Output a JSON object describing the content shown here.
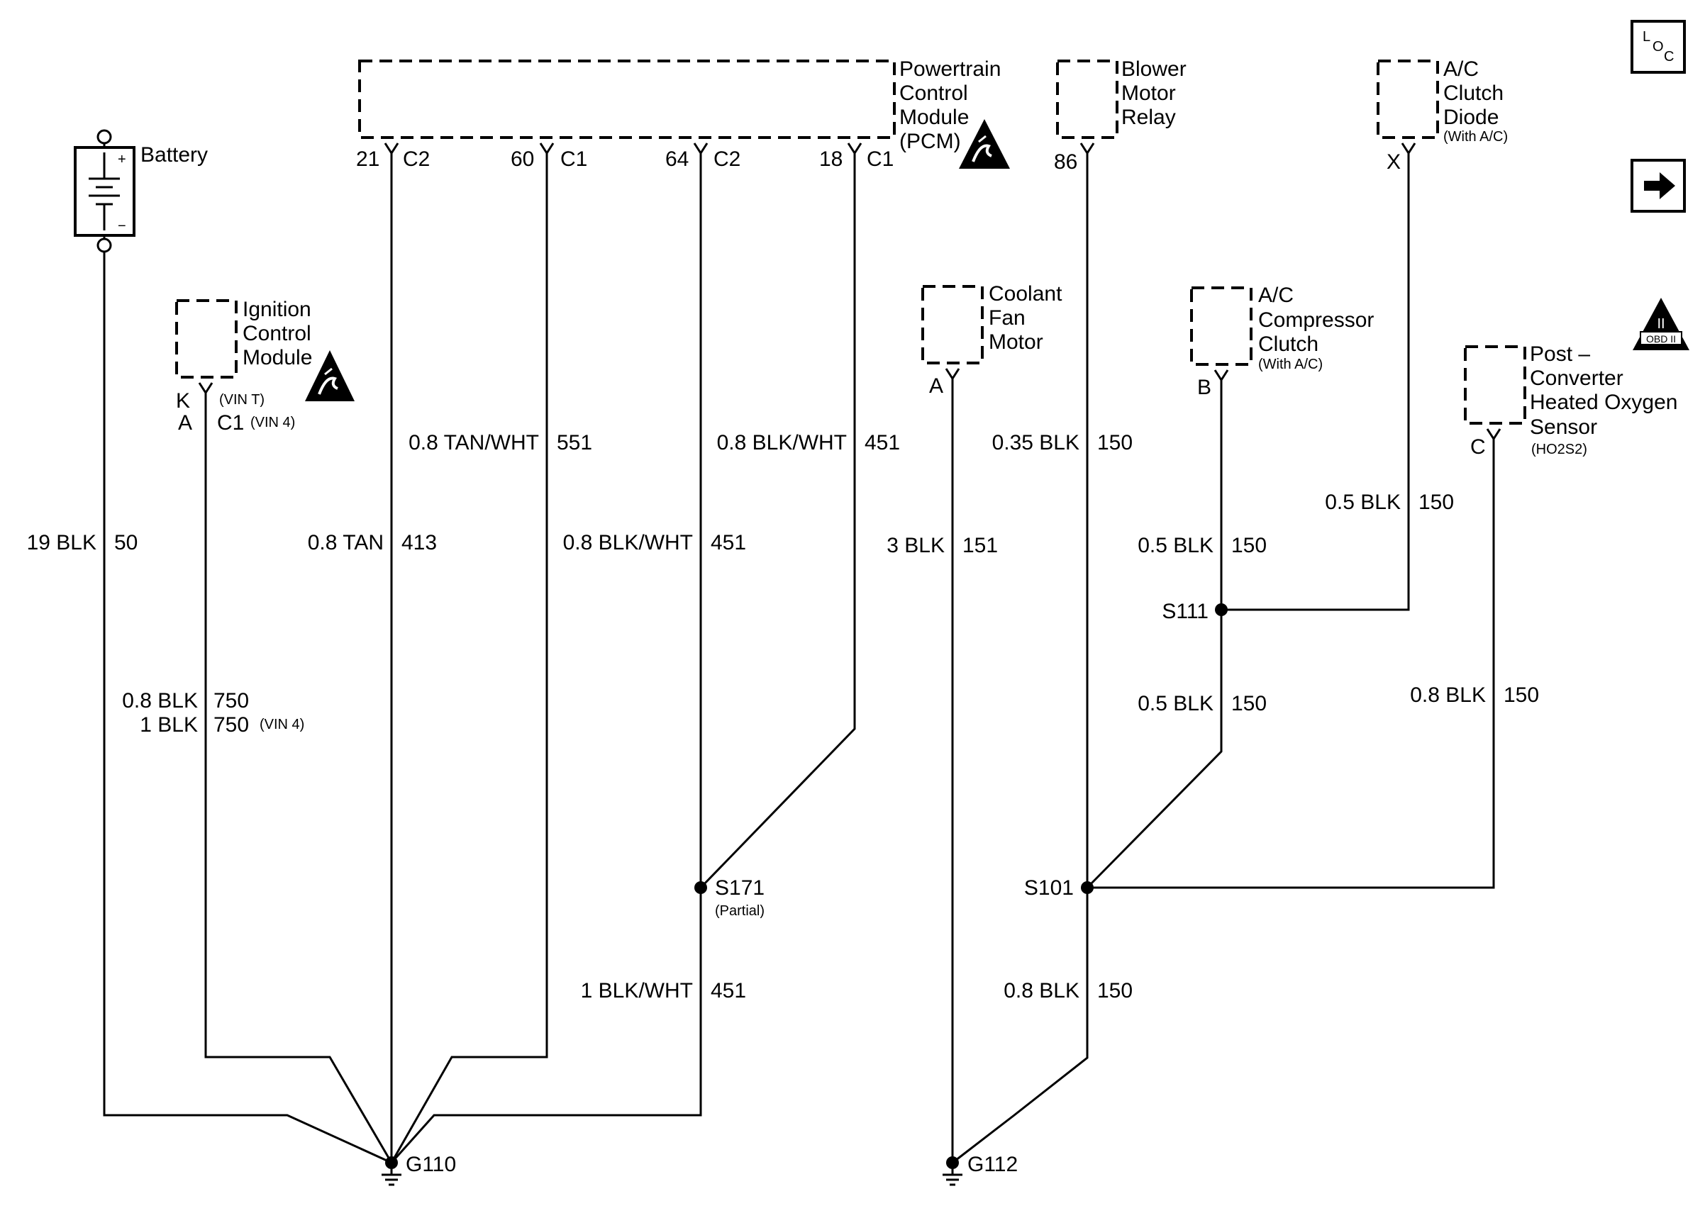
{
  "components": {
    "pcm": {
      "label_lines": [
        "Powertrain",
        "Control",
        "Module",
        "(PCM)"
      ]
    },
    "blower": {
      "label_lines": [
        "Blower",
        "Motor",
        "Relay"
      ],
      "pin": "86"
    },
    "ac_diode": {
      "label_lines": [
        "A/C",
        "Clutch",
        "Diode"
      ],
      "note": "(With A/C)",
      "pin": "X"
    },
    "battery": {
      "label": "Battery",
      "plus": "+",
      "minus": "−"
    },
    "icm": {
      "label_lines": [
        "Ignition",
        "Control",
        "Module"
      ],
      "pin_k": "K",
      "pin_a": "A",
      "note_vin_t": "(VIN T)",
      "conn_c1": "C1",
      "note_vin_4": "(VIN 4)"
    },
    "coolant_fan": {
      "label_lines": [
        "Coolant",
        "Fan",
        "Motor"
      ],
      "pin": "A"
    },
    "ac_clutch": {
      "label_lines": [
        "A/C",
        "Compressor",
        "Clutch"
      ],
      "note": "(With A/C)",
      "pin": "B"
    },
    "ho2s2": {
      "label_lines": [
        "Post –",
        "Converter",
        "Heated Oxygen",
        "Sensor"
      ],
      "note": "(HO2S2)",
      "pin": "C"
    }
  },
  "pcm_pins": [
    {
      "pin": "21",
      "conn": "C2"
    },
    {
      "pin": "60",
      "conn": "C1"
    },
    {
      "pin": "64",
      "conn": "C2"
    },
    {
      "pin": "18",
      "conn": "C1"
    }
  ],
  "wires": {
    "pcm60": {
      "color": "0.8 TAN/WHT",
      "circuit": "551"
    },
    "pcm18": {
      "color": "0.8 BLK/WHT",
      "circuit": "451"
    },
    "blower": {
      "color": "0.35 BLK",
      "circuit": "150"
    },
    "diode": {
      "color": "0.5 BLK",
      "circuit": "150"
    },
    "battery": {
      "color": "19 BLK",
      "circuit": "50"
    },
    "pcm21": {
      "color": "0.8 TAN",
      "circuit": "413"
    },
    "pcm64": {
      "color": "0.8 BLK/WHT",
      "circuit": "451"
    },
    "fan": {
      "color": "3 BLK",
      "circuit": "151"
    },
    "clutch_upper": {
      "color": "0.5 BLK",
      "circuit": "150"
    },
    "icm_a": {
      "color": "0.8 BLK",
      "circuit": "750"
    },
    "icm_b": {
      "color": "1 BLK",
      "circuit": "750",
      "note": "(VIN 4)"
    },
    "clutch_lower": {
      "color": "0.5 BLK",
      "circuit": "150"
    },
    "ho2s2": {
      "color": "0.8 BLK",
      "circuit": "150"
    },
    "s171_down": {
      "color": "1 BLK/WHT",
      "circuit": "451"
    },
    "s101_down": {
      "color": "0.8 BLK",
      "circuit": "150"
    }
  },
  "splices": {
    "s111": "S111",
    "s171": "S171",
    "s171_note": "(Partial)",
    "s101": "S101"
  },
  "grounds": {
    "g110": "G110",
    "g112": "G112"
  },
  "symbols": {
    "loc_icon": {
      "l": "L",
      "o": "O",
      "c": "C"
    },
    "obd_icon": {
      "numeral": "II",
      "label": "OBD II"
    }
  }
}
